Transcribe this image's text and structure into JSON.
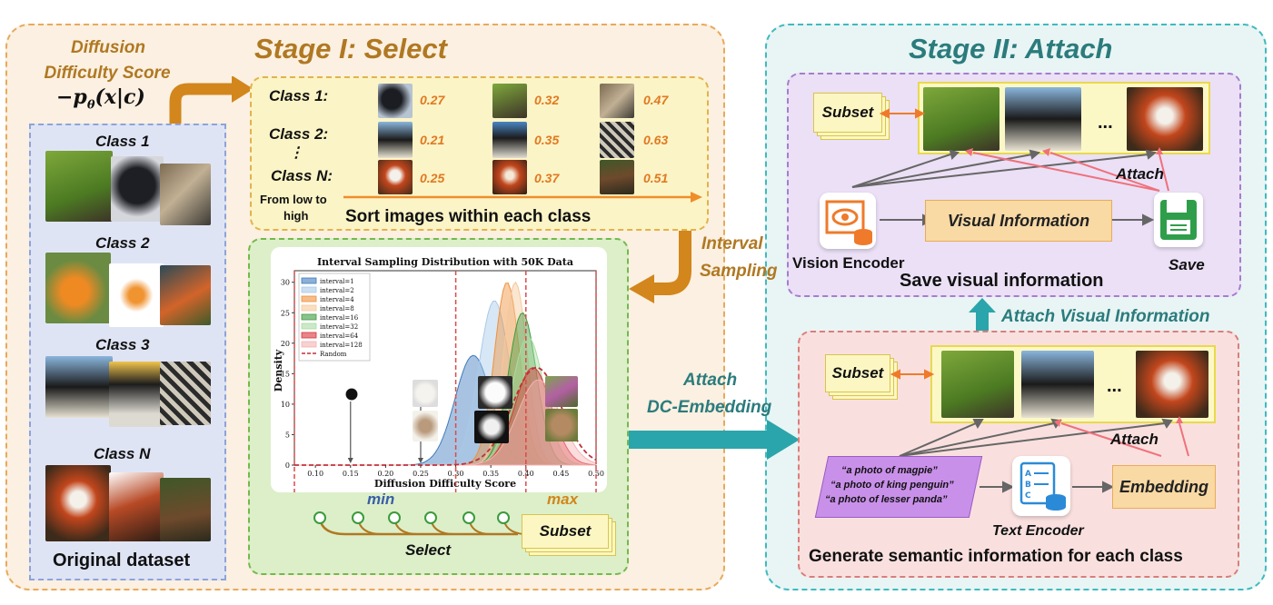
{
  "stage1": {
    "title": "Stage I: Select"
  },
  "stage2": {
    "title": "Stage II: Attach"
  },
  "score": {
    "line1": "Diffusion",
    "line2": "Difficulty Score",
    "formula": "−p",
    "sub": "θ",
    "arg": "(x|c)"
  },
  "dataset": {
    "classes": [
      "Class 1",
      "Class 2",
      "Class 3",
      "Class N"
    ],
    "ellipsis": "⋮",
    "label": "Original dataset"
  },
  "sort": {
    "rows": [
      {
        "label": "Class 1",
        "scores": [
          "0.27",
          "0.32",
          "0.47"
        ]
      },
      {
        "label": "Class 2",
        "scores": [
          "0.21",
          "0.35",
          "0.63"
        ]
      },
      {
        "label": "Class N",
        "scores": [
          "0.25",
          "0.37",
          "0.51"
        ]
      }
    ],
    "colon": ":",
    "ellipsis": "⋮",
    "from_low": "From low to",
    "high": "high",
    "caption": "Sort images within each class"
  },
  "interval": {
    "line1": "Interval",
    "line2": "Sampling"
  },
  "chart_data": {
    "type": "area",
    "title": "Interval Sampling Distribution with 50K Data",
    "xlabel": "Diffusion Difficulty Score",
    "ylabel": "Density",
    "xlim": [
      0.07,
      0.5
    ],
    "ylim": [
      0,
      31
    ],
    "xticks": [
      "0.10",
      "0.15",
      "0.20",
      "0.25",
      "0.30",
      "0.35",
      "0.40",
      "0.45",
      "0.50"
    ],
    "yticks": [
      "0",
      "5",
      "10",
      "15",
      "20",
      "25",
      "30"
    ],
    "legend_position": "top-left",
    "grid": false,
    "series": [
      {
        "name": "interval=1",
        "color": "#3f7bbd",
        "mu": 0.325,
        "sigma": 0.026,
        "peak": 18
      },
      {
        "name": "interval=2",
        "color": "#a8c9e8",
        "mu": 0.355,
        "sigma": 0.022,
        "peak": 27
      },
      {
        "name": "interval=4",
        "color": "#f0903a",
        "mu": 0.373,
        "sigma": 0.018,
        "peak": 30
      },
      {
        "name": "interval=8",
        "color": "#f5c89a",
        "mu": 0.385,
        "sigma": 0.017,
        "peak": 30
      },
      {
        "name": "interval=16",
        "color": "#3e9b3e",
        "mu": 0.395,
        "sigma": 0.02,
        "peak": 25
      },
      {
        "name": "interval=32",
        "color": "#a9dba2",
        "mu": 0.403,
        "sigma": 0.023,
        "peak": 21
      },
      {
        "name": "interval=64",
        "color": "#d9343a",
        "mu": 0.41,
        "sigma": 0.026,
        "peak": 16
      },
      {
        "name": "interval=128",
        "color": "#f4b3b3",
        "mu": 0.418,
        "sigma": 0.03,
        "peak": 14
      },
      {
        "name": "Random",
        "color": "#c0303a",
        "mu": 0.415,
        "sigma": 0.035,
        "peak": 16
      }
    ]
  },
  "select": {
    "min": "min",
    "max": "max",
    "label": "Select",
    "subset": "Subset"
  },
  "attach_dc": {
    "line1": "Attach",
    "line2": "DC-Embedding"
  },
  "visual": {
    "subset": "Subset",
    "ellipsis": "...",
    "attach": "Attach",
    "vision_encoder": "Vision Encoder",
    "visual_info": "Visual Information",
    "save": "Save",
    "caption": "Save visual information"
  },
  "attach_visual": "Attach Visual Information",
  "semantic": {
    "subset": "Subset",
    "ellipsis": "...",
    "attach": "Attach",
    "prompts": [
      "“a photo of magpie”",
      "“a photo of king penguin”",
      "“a photo of lesser panda”"
    ],
    "text_encoder": "Text Encoder",
    "embedding": "Embedding",
    "caption": "Generate semantic information for each class"
  },
  "colors": {
    "stage1_accent": "#b07822",
    "stage2_accent": "#2b7b7d",
    "score_text": "#e07a22",
    "arrow_orange": "#d2861c",
    "arrow_teal": "#2aa5ab"
  }
}
